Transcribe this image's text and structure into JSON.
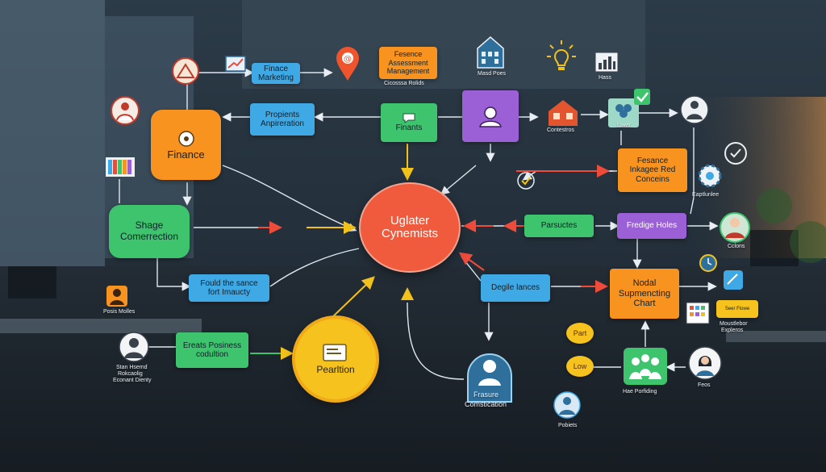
{
  "hub": {
    "line1": "Uglater",
    "line2": "Cynemists"
  },
  "position": {
    "label": "Pearltion"
  },
  "boxes": {
    "finance": "Finance",
    "finance_marketing": "Finace Marketing",
    "assessment": {
      "line1": "Fesence",
      "line2": "Assessment",
      "line3": "Management"
    },
    "propients": {
      "line1": "Propients",
      "line2": "Anpireration"
    },
    "finants": "Finants",
    "shage": {
      "line1": "Shage",
      "line2": "Comerrection"
    },
    "fould": {
      "line1": "Fould the sance",
      "line2": "fort Imaucty"
    },
    "create": {
      "line1": "Ereats Posiness",
      "line2": "codultion"
    },
    "parsuctes": "Parsuctes",
    "fredige": "Fredige Holes",
    "fesance_right": {
      "line1": "Fesance",
      "line2": "Inkagee Red",
      "line3": "Conceins"
    },
    "degile": "Degile lances",
    "nodal": {
      "line1": "Nodal",
      "line2": "Supmencting",
      "line3": "Chart"
    }
  },
  "labels": {
    "assess_caption": "Cicosssa Rolids",
    "building_caption": "Masd Poes",
    "chart_caption": "Hass",
    "house_caption": "Contestros",
    "laws_caption": "Laws",
    "gear_caption": "Eaptlunlee",
    "person_left_caption": "Posis Molles",
    "person_bottom_left_caption": {
      "line1": "Stan Hsemd",
      "line2": "Rokcaolig",
      "line3": "Econant Dienty"
    },
    "person_right_caption": "Cclons",
    "stickers_caption": {
      "line1": "Moustlebor",
      "line2": "Expleros"
    },
    "sticker_note": "Seer Flowe",
    "group_caption": "Hae Porfiding",
    "woman_caption": "Feos",
    "bottom_person_caption": "Pobiets",
    "frasure": {
      "line1": "Frasure",
      "line2": "Comstication"
    },
    "part": "Part",
    "low": "Low"
  },
  "colors": {
    "orange": "#f7931e",
    "blue": "#3fa9e6",
    "green": "#3ec46d",
    "purple": "#9b5fd6",
    "hub": "#ef5b3c",
    "yellow": "#f6c21e",
    "arrow_yellow": "#f2c21b",
    "arrow_red": "#ee4b3a",
    "arrow_white": "#e8eef3"
  }
}
